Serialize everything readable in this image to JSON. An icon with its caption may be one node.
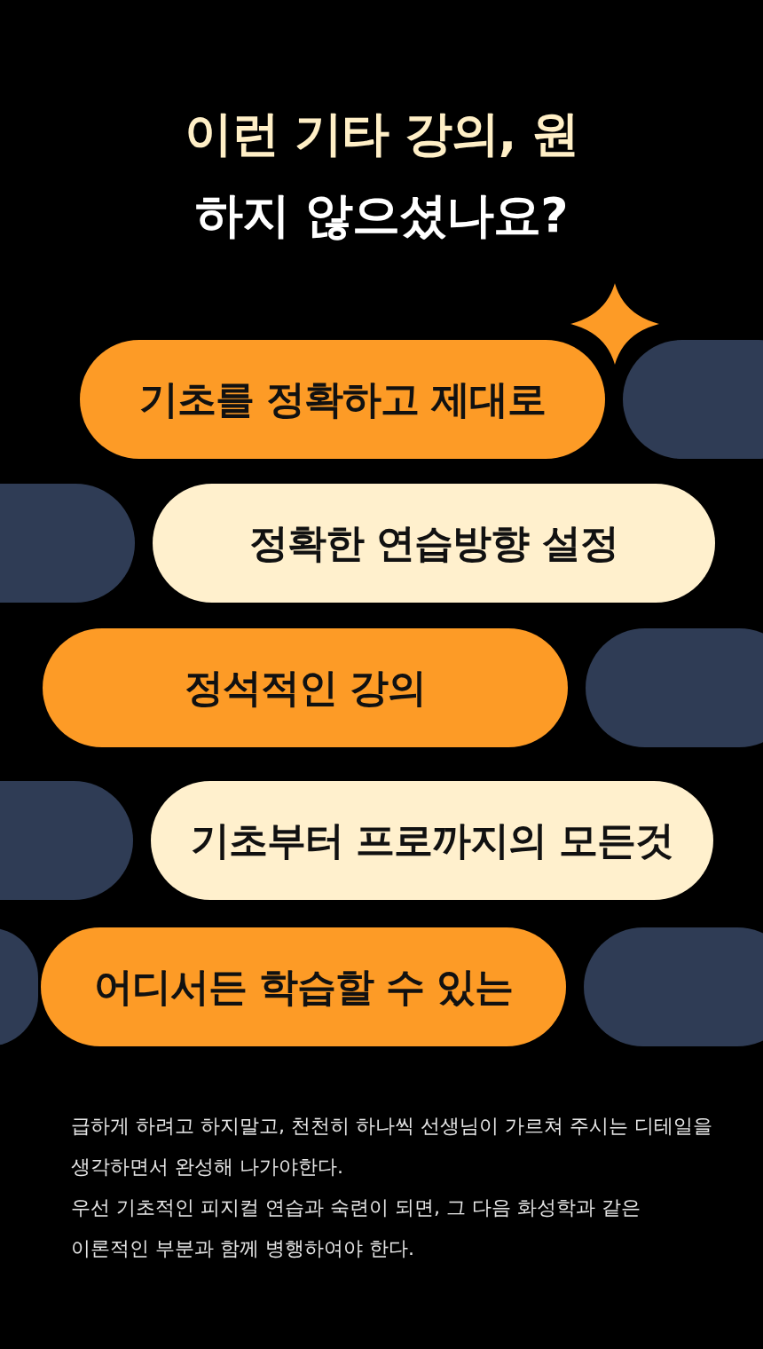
{
  "diagram": {
    "title": "이런 기타 강의, 원하지 않으셨나요?",
    "nodes": [
      {
        "text": [
          "기초를 정확하고 제대로"
        ]
      },
      {
        "text": [],
        "shape": "box"
      },
      {
        "text": [],
        "shape": "box"
      },
      {
        "text": [
          "정확한 연습방향 설정"
        ]
      },
      {
        "text": [
          "정석적인 강의"
        ]
      },
      {
        "text": [],
        "shape": "box"
      },
      {
        "text": [],
        "shape": "box"
      },
      {
        "text": [
          "기초부터 프로까지의 모든것"
        ]
      },
      {
        "text": [],
        "shape": "box"
      },
      {
        "text": [
          "어디서든 학습할 수 있는"
        ]
      },
      {
        "text": [],
        "shape": "box"
      }
    ],
    "labels": [
      "급하게 하려고 하지말고, 천천히 하나씩 선생님이 가르쳐 주시는 디테일을 생각하면서 완성해 나가야한다.",
      "우선 기초적인 피지컬 연습과 숙련이 되면, 그 다음 화성학과 같은 이론적인 부분과 함께 병행하여야 한다."
    ]
  }
}
